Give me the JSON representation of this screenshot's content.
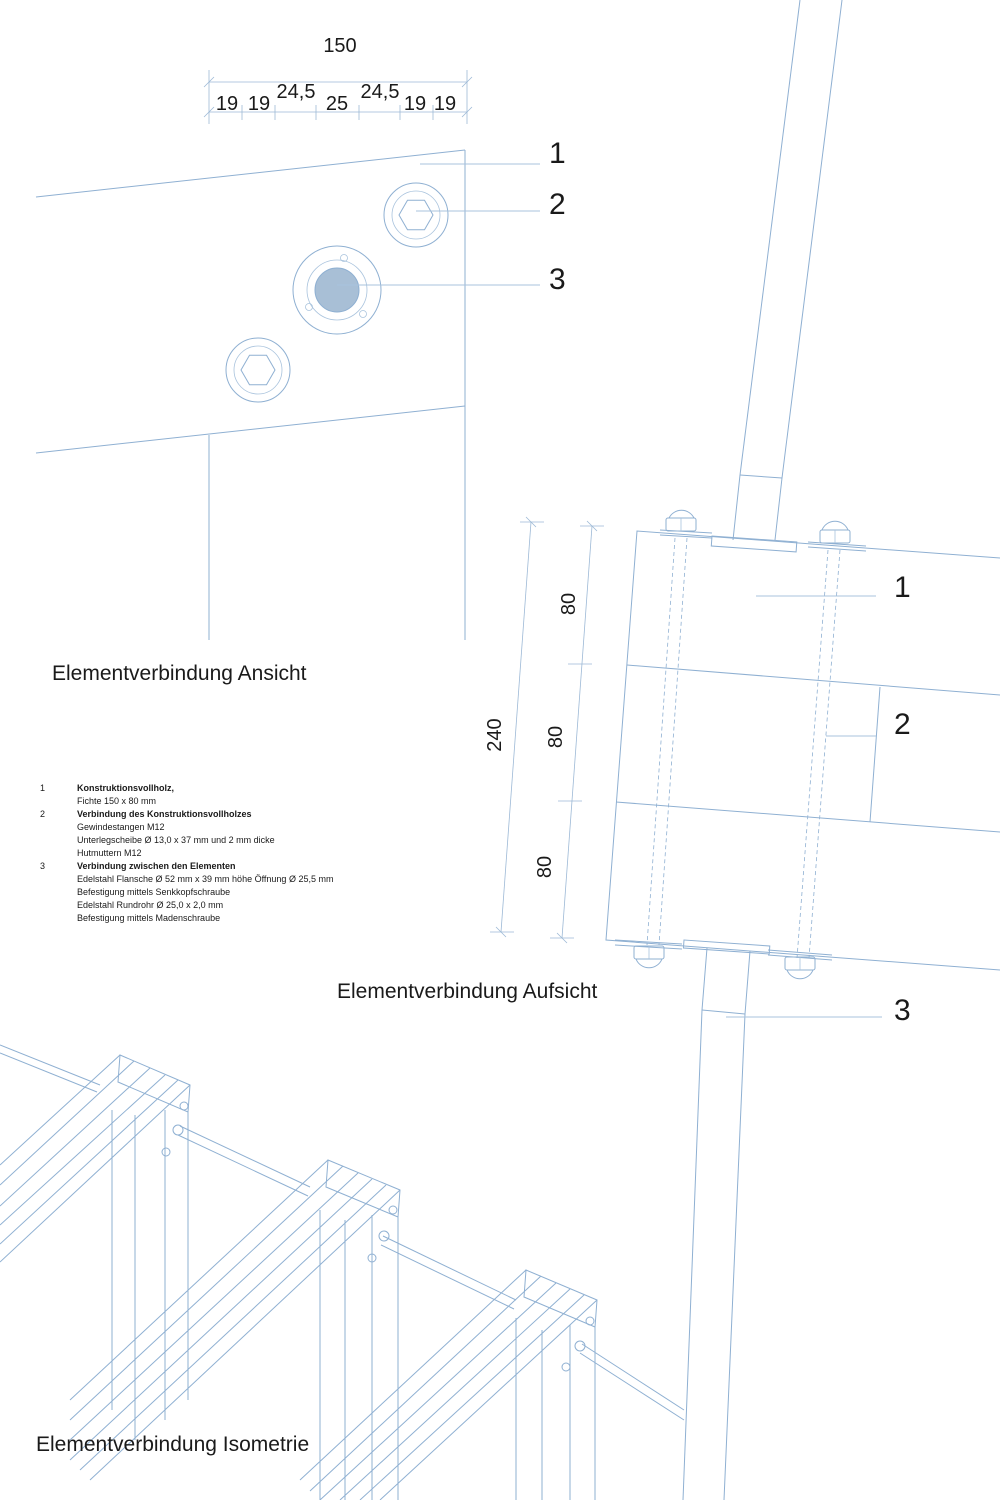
{
  "views": {
    "ansicht": {
      "title": "Elementverbindung Ansicht",
      "dimension_total": "150",
      "dimension_segments": [
        "19",
        "19",
        "24,5",
        "25",
        "24,5",
        "19",
        "19"
      ],
      "callouts": [
        "1",
        "2",
        "3"
      ]
    },
    "aufsicht": {
      "title": "Elementverbindung Aufsicht",
      "dimension_total": "240",
      "dimension_segments": [
        "80",
        "80",
        "80"
      ],
      "callouts": [
        "1",
        "2",
        "3"
      ]
    },
    "isometrie": {
      "title": "Elementverbindung Isometrie"
    }
  },
  "legend": [
    {
      "number": "1",
      "heading": "Konstruktionsvollholz,",
      "lines": [
        "Fichte  150 x 80 mm"
      ]
    },
    {
      "number": "2",
      "heading": "Verbindung des Konstruktionsvollholzes",
      "lines": [
        "Gewindestangen  M12",
        "Unterlegscheibe  Ø 13,0 x 37 mm und 2 mm dicke",
        "Hutmuttern  M12"
      ]
    },
    {
      "number": "3",
      "heading": "Verbindung zwischen den Elementen",
      "lines": [
        "Edelstahl Flansche Ø 52 mm x 39 mm höhe Öffnung Ø 25,5 mm",
        "Befestigung mittels Senkkopfschraube",
        "Edelstahl Rundrohr Ø 25,0 x 2,0 mm",
        "Befestigung mittels Madenschraube"
      ]
    }
  ],
  "colors": {
    "line": "#8fb0d2",
    "pipe_fill": "#a8bfd6",
    "text": "#1a1a1a",
    "background": "#ffffff"
  }
}
